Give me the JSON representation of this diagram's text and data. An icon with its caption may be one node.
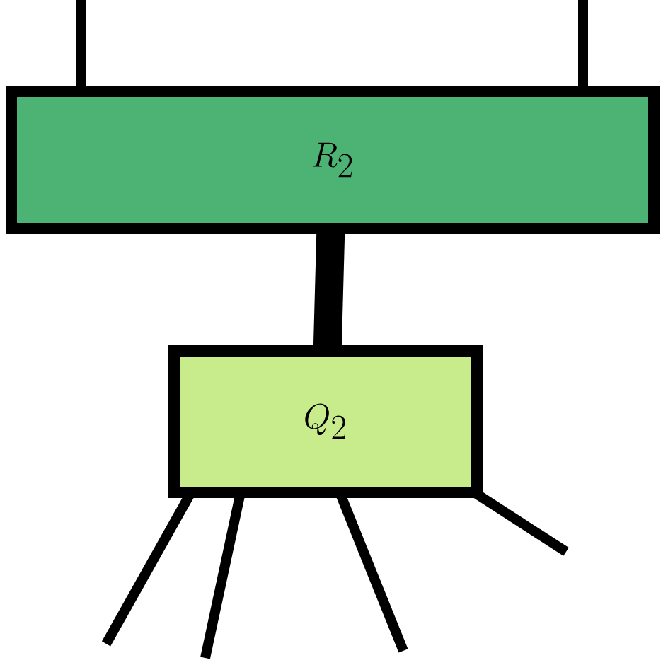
{
  "diagram": {
    "nodes": [
      {
        "text": [
          "R_2"
        ]
      },
      {
        "text": [
          "Q_2"
        ]
      }
    ],
    "edges": [
      {
        "from": 0,
        "to": null,
        "arrow": "none"
      },
      {
        "from": 0,
        "to": null,
        "arrow": "none"
      },
      {
        "from": 0,
        "to": 1,
        "arrow": "none",
        "style": "thick"
      },
      {
        "from": 1,
        "to": null,
        "arrow": "none"
      },
      {
        "from": 1,
        "to": null,
        "arrow": "none"
      },
      {
        "from": 1,
        "to": null,
        "arrow": "none"
      },
      {
        "from": 1,
        "to": null,
        "arrow": "none"
      }
    ]
  }
}
